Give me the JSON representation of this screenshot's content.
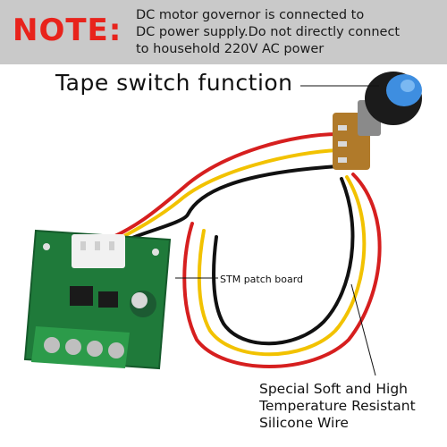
{
  "note": {
    "label": "NOTE:",
    "lines": [
      "DC motor governor is connected to",
      "DC power supply.Do not directly connect",
      "to household 220V AC power"
    ]
  },
  "headline": "Tape switch function",
  "callouts": {
    "stm": "STM patch board",
    "wire_lines": [
      "Special Soft and High",
      "Temperature Resistant",
      "Silicone Wire"
    ]
  },
  "colors": {
    "note_red": "#e8231c",
    "banner_gray": "#c9c9c9",
    "pcb_green": "#1f7a3a",
    "wire_red": "#d61f1f",
    "wire_yellow": "#f2c200",
    "wire_black": "#111111",
    "knob_blue": "#3e8ee0"
  },
  "icons": [
    "potentiometer-knob-icon",
    "pcb-board-icon",
    "terminal-block-icon"
  ]
}
